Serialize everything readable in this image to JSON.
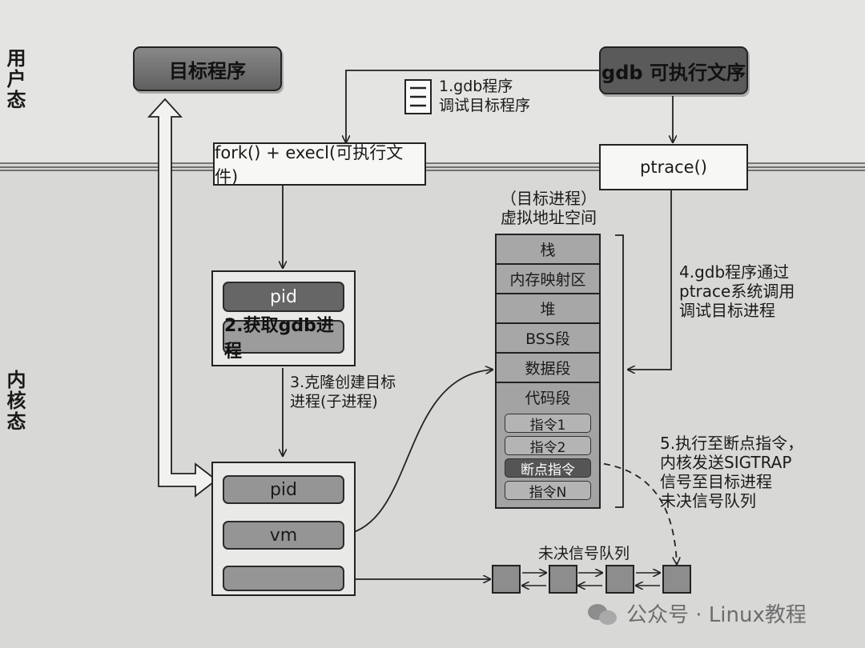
{
  "zones": {
    "user_label": "用户态",
    "kernel_label": "内核态"
  },
  "user_space": {
    "target_program": "目标程序",
    "gdb_executable": "gdb 可执行文序",
    "step1_line1": "1.gdb程序",
    "step1_line2": "调试目标程序"
  },
  "syscalls": {
    "fork_exec": "fork() + execl(可执行文件)",
    "ptrace": "ptrace()"
  },
  "gdb_process": {
    "pid": "pid",
    "title": "2.获取gdb进程"
  },
  "clone_step": {
    "line1": "3.克隆创建目标",
    "line2": "进程(子进程)"
  },
  "child_process": {
    "pid": "pid",
    "vm": "vm",
    "signals": ""
  },
  "virtual_memory": {
    "heading_line1": "（目标进程）",
    "heading_line2": "虚拟地址空间",
    "segments": [
      "栈",
      "内存映射区",
      "堆",
      "BSS段",
      "数据段"
    ],
    "code_segment": "代码段",
    "instructions": [
      "指令1",
      "指令2",
      "断点指令",
      "指令N"
    ]
  },
  "step4": {
    "line1": "4.gdb程序通过",
    "line2": "ptrace系统调用",
    "line3": "调试目标进程"
  },
  "step5": {
    "line1": "5.执行至断点指令，",
    "line2": "内核发送SIGTRAP",
    "line3": "信号至目标进程",
    "line4": "未决信号队列"
  },
  "queue": {
    "label": "未决信号队列",
    "cells": 4
  },
  "watermark": "公众号 · Linux教程"
}
